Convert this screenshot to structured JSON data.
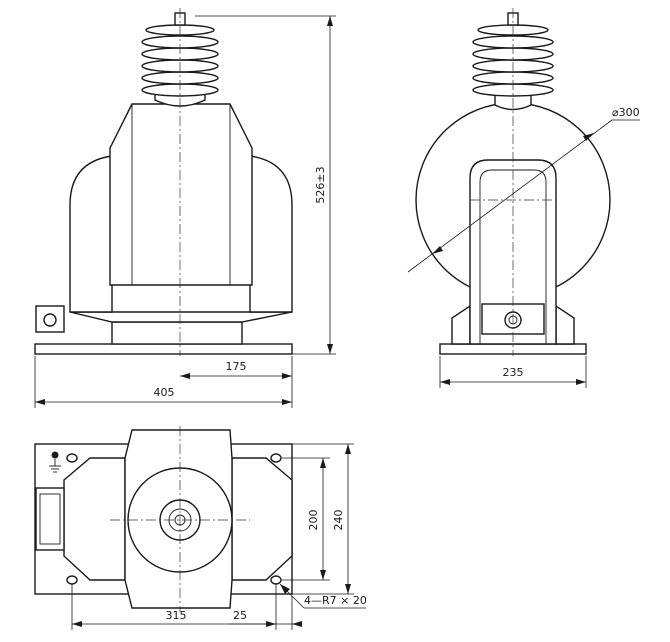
{
  "front_view": {
    "height_dim": "526±3",
    "half_width_dim": "175",
    "overall_width_dim": "405"
  },
  "side_view": {
    "diameter_dim": "⌀300",
    "base_width_dim": "235"
  },
  "plan_view": {
    "hole_spacing_dim": "315",
    "hole_edge_dim": "25",
    "hole_pitch_dim": "200",
    "overall_depth_dim": "240",
    "hole_spec_dim": "4—R7 × 20"
  }
}
